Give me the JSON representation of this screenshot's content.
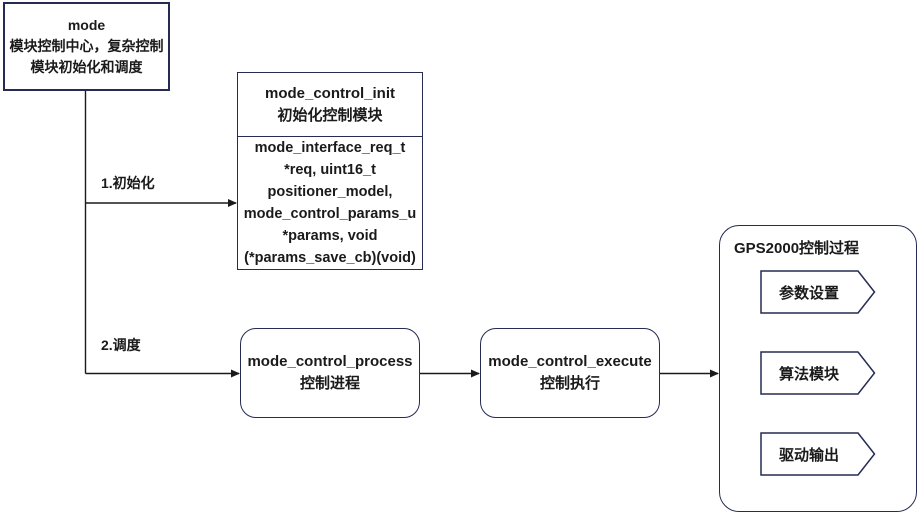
{
  "diagram": {
    "nodes": {
      "mode": {
        "title": "mode",
        "desc": "模块控制中心，复杂控制模块初始化和调度"
      },
      "init": {
        "title": "mode_control_init",
        "subtitle": "初始化控制模块",
        "params": "mode_interface_req_t\n*req, uint16_t\npositioner_model,\nmode_control_params_u\n*params, void\n(*params_save_cb)(void)"
      },
      "process": {
        "title": "mode_control_process",
        "subtitle": "控制进程"
      },
      "execute": {
        "title": "mode_control_execute",
        "subtitle": "控制执行"
      },
      "gps": {
        "title": "GPS2000控制过程",
        "steps": [
          "参数设置",
          "算法模块",
          "驱动输出"
        ]
      }
    },
    "edges": {
      "init_label": "1.初始化",
      "schedule_label": "2.调度"
    },
    "colors": {
      "border": "#252b52",
      "line": "#1a1a1a",
      "text": "#1a1a1a",
      "background": "#ffffff"
    }
  }
}
